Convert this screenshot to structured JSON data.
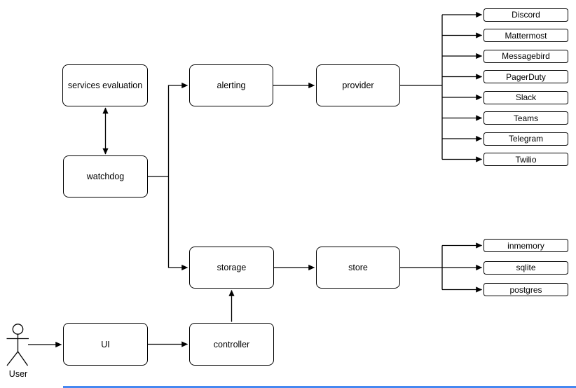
{
  "diagram": {
    "nodes": [
      {
        "id": "services-evaluation",
        "label": "services evaluation"
      },
      {
        "id": "watchdog",
        "label": "watchdog"
      },
      {
        "id": "alerting",
        "label": "alerting"
      },
      {
        "id": "provider",
        "label": "provider"
      },
      {
        "id": "storage",
        "label": "storage"
      },
      {
        "id": "store",
        "label": "store"
      },
      {
        "id": "ui",
        "label": "UI"
      },
      {
        "id": "controller",
        "label": "controller"
      }
    ],
    "provider_targets": [
      "Discord",
      "Mattermost",
      "Messagebird",
      "PagerDuty",
      "Slack",
      "Teams",
      "Telegram",
      "Twilio"
    ],
    "store_targets": [
      "inmemory",
      "sqlite",
      "postgres"
    ],
    "actor": {
      "label": "User"
    },
    "edges": [
      {
        "from": "services-evaluation",
        "to": "watchdog",
        "type": "bidirectional"
      },
      {
        "from": "watchdog",
        "to": "alerting",
        "type": "arrow"
      },
      {
        "from": "watchdog",
        "to": "storage",
        "type": "arrow"
      },
      {
        "from": "alerting",
        "to": "provider",
        "type": "arrow"
      },
      {
        "from": "provider",
        "to": "Discord",
        "type": "arrow"
      },
      {
        "from": "provider",
        "to": "Mattermost",
        "type": "arrow"
      },
      {
        "from": "provider",
        "to": "Messagebird",
        "type": "arrow"
      },
      {
        "from": "provider",
        "to": "PagerDuty",
        "type": "arrow"
      },
      {
        "from": "provider",
        "to": "Slack",
        "type": "arrow"
      },
      {
        "from": "provider",
        "to": "Teams",
        "type": "arrow"
      },
      {
        "from": "provider",
        "to": "Telegram",
        "type": "arrow"
      },
      {
        "from": "provider",
        "to": "Twilio",
        "type": "arrow"
      },
      {
        "from": "storage",
        "to": "store",
        "type": "arrow"
      },
      {
        "from": "store",
        "to": "inmemory",
        "type": "arrow"
      },
      {
        "from": "store",
        "to": "sqlite",
        "type": "arrow"
      },
      {
        "from": "store",
        "to": "postgres",
        "type": "arrow"
      },
      {
        "from": "controller",
        "to": "storage",
        "type": "arrow"
      },
      {
        "from": "ui",
        "to": "controller",
        "type": "arrow"
      },
      {
        "from": "user",
        "to": "ui",
        "type": "arrow"
      }
    ],
    "colors": {
      "stroke": "#000000",
      "node_fill": "#ffffff",
      "background": "#ffffff",
      "bottom_bar": "#4688f1"
    }
  }
}
